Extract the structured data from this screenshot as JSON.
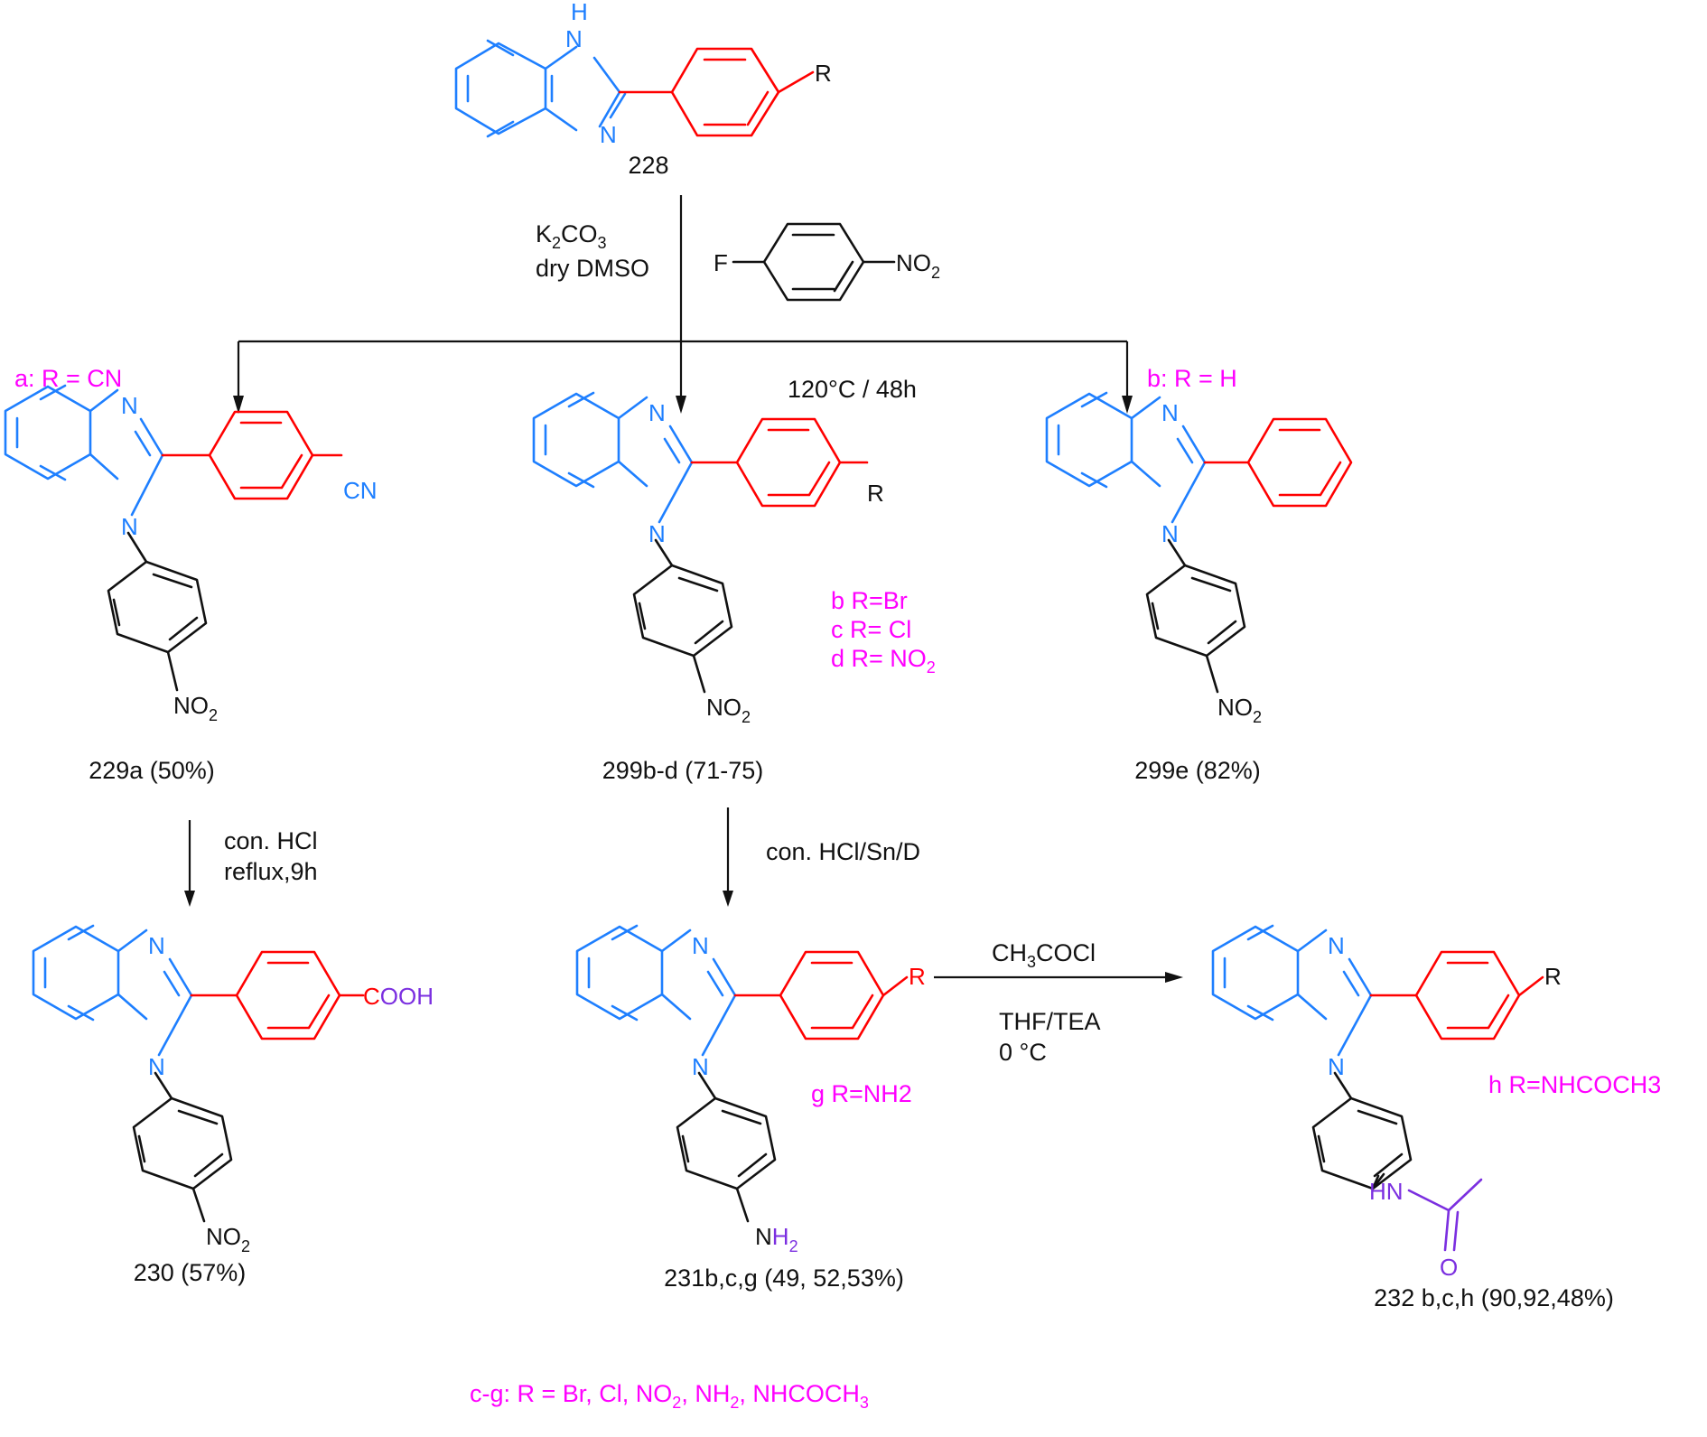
{
  "colors": {
    "benzimidazole": "#1e7fff",
    "aryl": "#ff0000",
    "amide": "#7b2fe0",
    "annotation": "#ff00ff",
    "bonds": "#111111"
  },
  "atoms": {
    "NH": "H",
    "N": "N",
    "R": "R",
    "CN": "CN",
    "F": "F",
    "NO": "NO",
    "sub2": "2",
    "C_red": "C",
    "OOH": "OOH",
    "NH_N": "N",
    "NH_H": "H",
    "H": "H",
    "O": "O"
  },
  "compounds": {
    "c228": "228",
    "c229a": "229a (50%)",
    "c299bd": "299b-d (71-75)",
    "c299e": "299e (82%)",
    "c230": "230 (57%)",
    "c231": "231b,c,g (49, 52,53%)",
    "c232": "232 b,c,h (90,92,48%)"
  },
  "conditions": {
    "k2co3_K": "K",
    "k2co3_2": "2",
    "k2co3_CO": "CO",
    "k2co3_3": "3",
    "solvent": "dry DMSO",
    "temp_time": "120°C / 48h",
    "hydrolysis_1": "con. HCl",
    "hydrolysis_2": "reflux,9h",
    "reduction": "con. HCl/Sn/D",
    "acyl_CH": "CH",
    "acyl_3": "3",
    "acyl_rest": "COCl",
    "acyl_solvent": "THF/TEA",
    "acyl_temp": "0 °C"
  },
  "annotations": {
    "a": "a: R = CN",
    "b_h": "b: R = H",
    "b_br": "b R=Br",
    "c_cl": "c R= Cl",
    "d_no2": "d R= NO",
    "d_sub": "2",
    "g": "g R=NH2",
    "h": "h R=NHCOCH3",
    "footer_1": "c-g:  R = Br, Cl, NO",
    "footer_sub1": "2",
    "footer_2": ", NH",
    "footer_sub2": "2",
    "footer_3": ",  NHCOCH",
    "footer_sub3": "3"
  }
}
